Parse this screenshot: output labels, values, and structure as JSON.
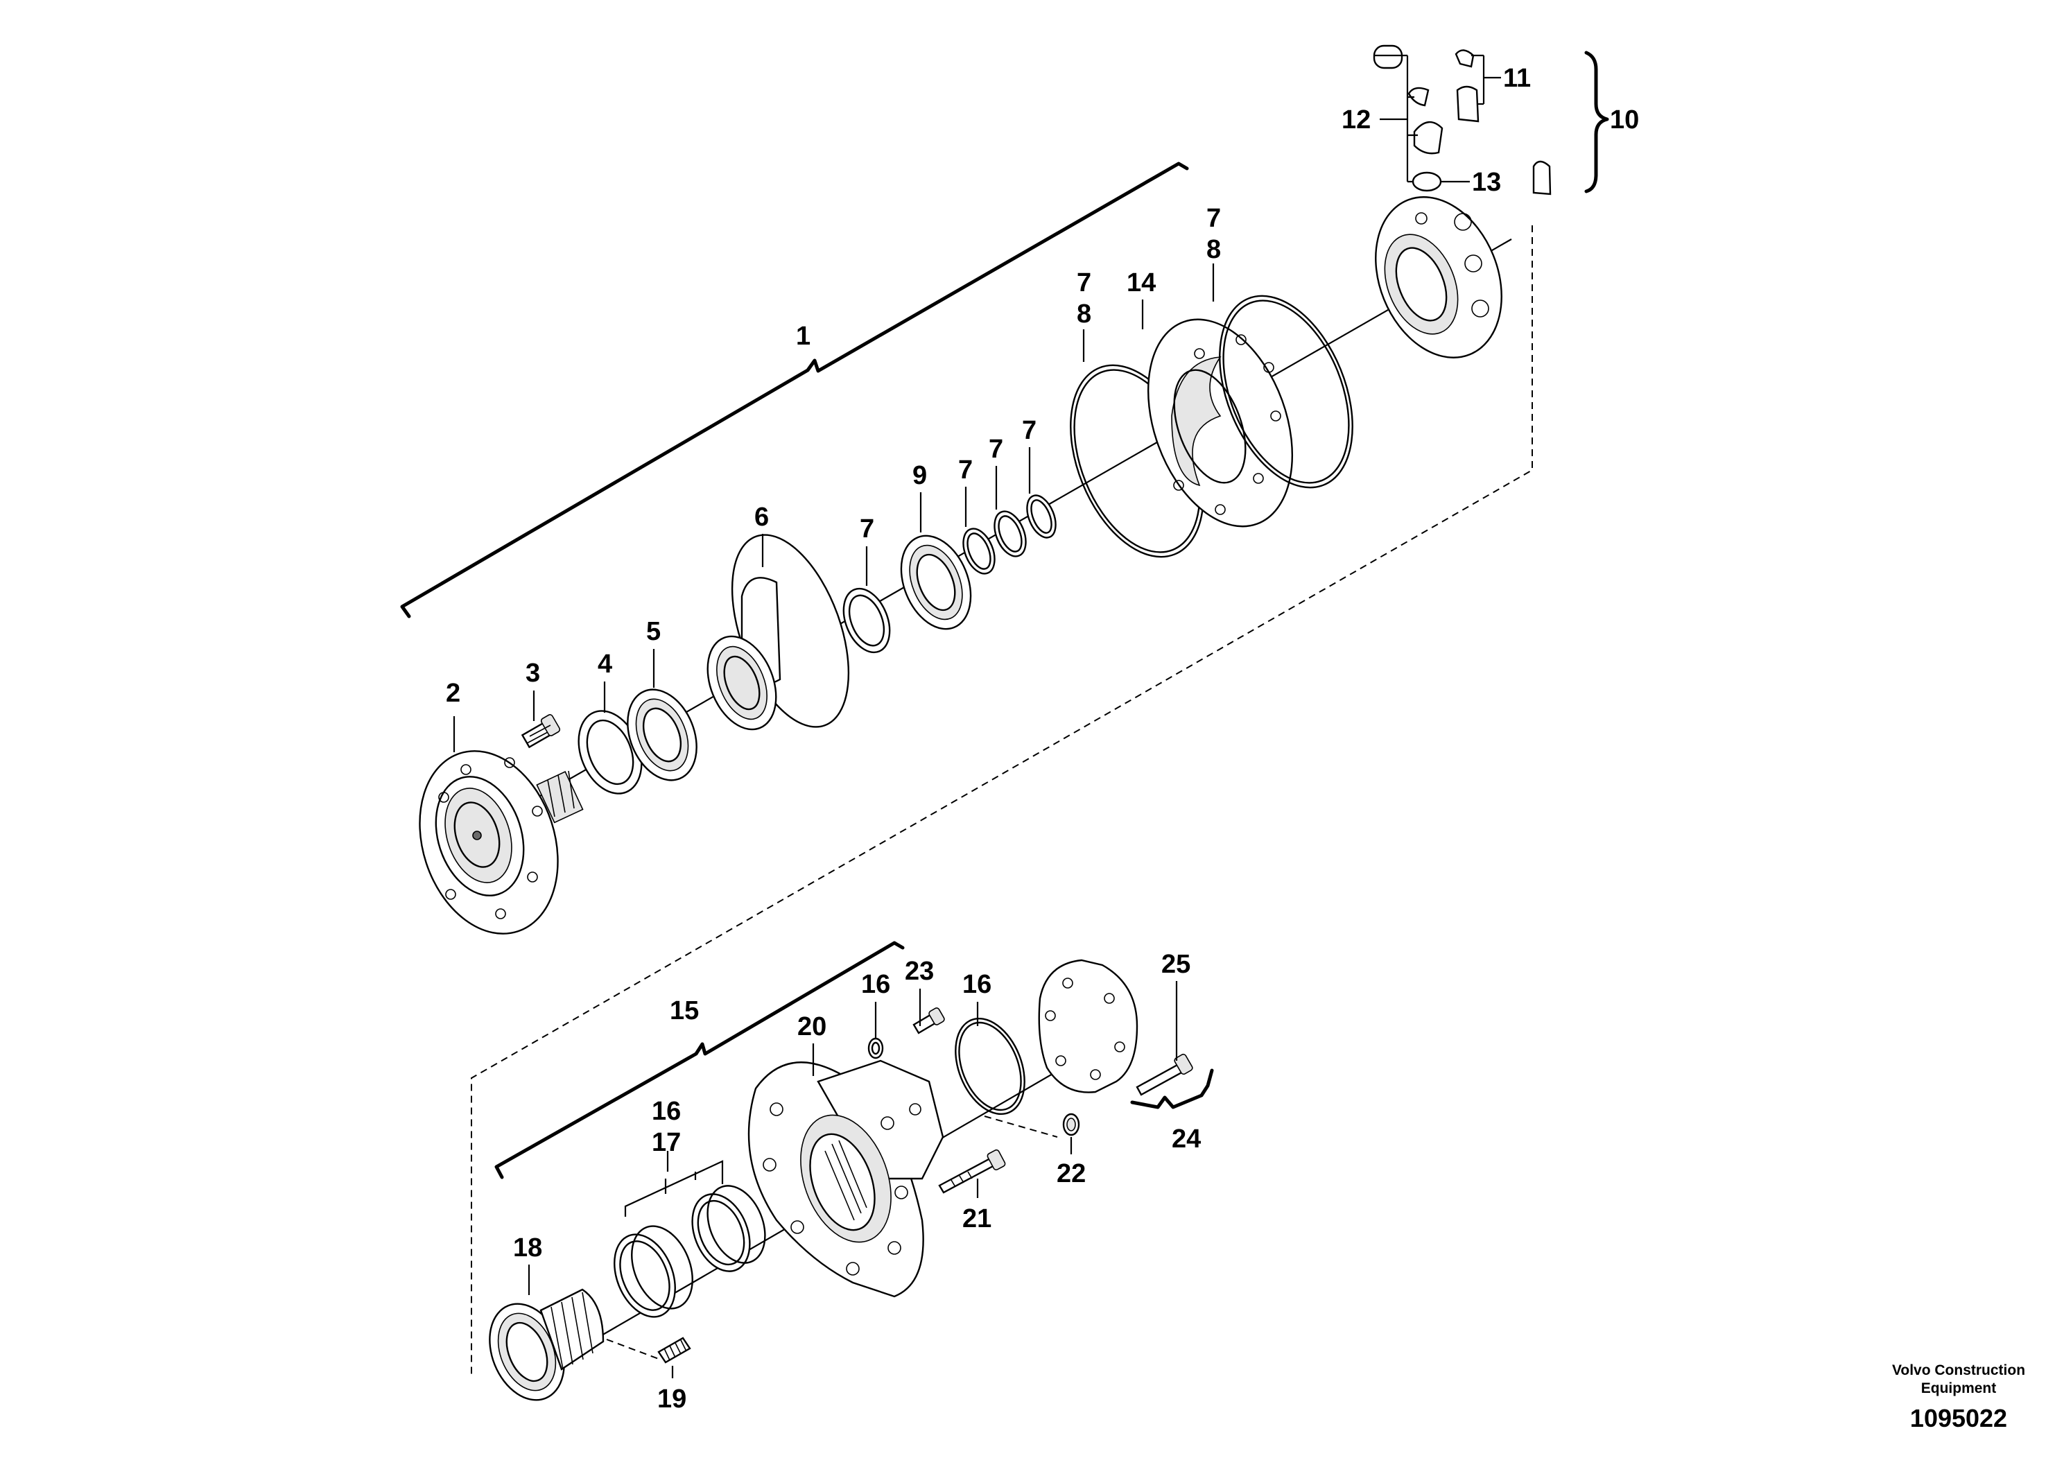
{
  "labels": {
    "1": "1",
    "2": "2",
    "3": "3",
    "4": "4",
    "5": "5",
    "6": "6",
    "7": "7",
    "8": "8",
    "9": "9",
    "10": "10",
    "11": "11",
    "12": "12",
    "13": "13",
    "14": "14",
    "15": "15",
    "16": "16",
    "17": "17",
    "18": "18",
    "19": "19",
    "20": "20",
    "21": "21",
    "22": "22",
    "23": "23",
    "24": "24",
    "25": "25"
  },
  "footer": {
    "brand_line1": "Volvo Construction",
    "brand_line2": "Equipment",
    "doc_number": "1095022"
  }
}
